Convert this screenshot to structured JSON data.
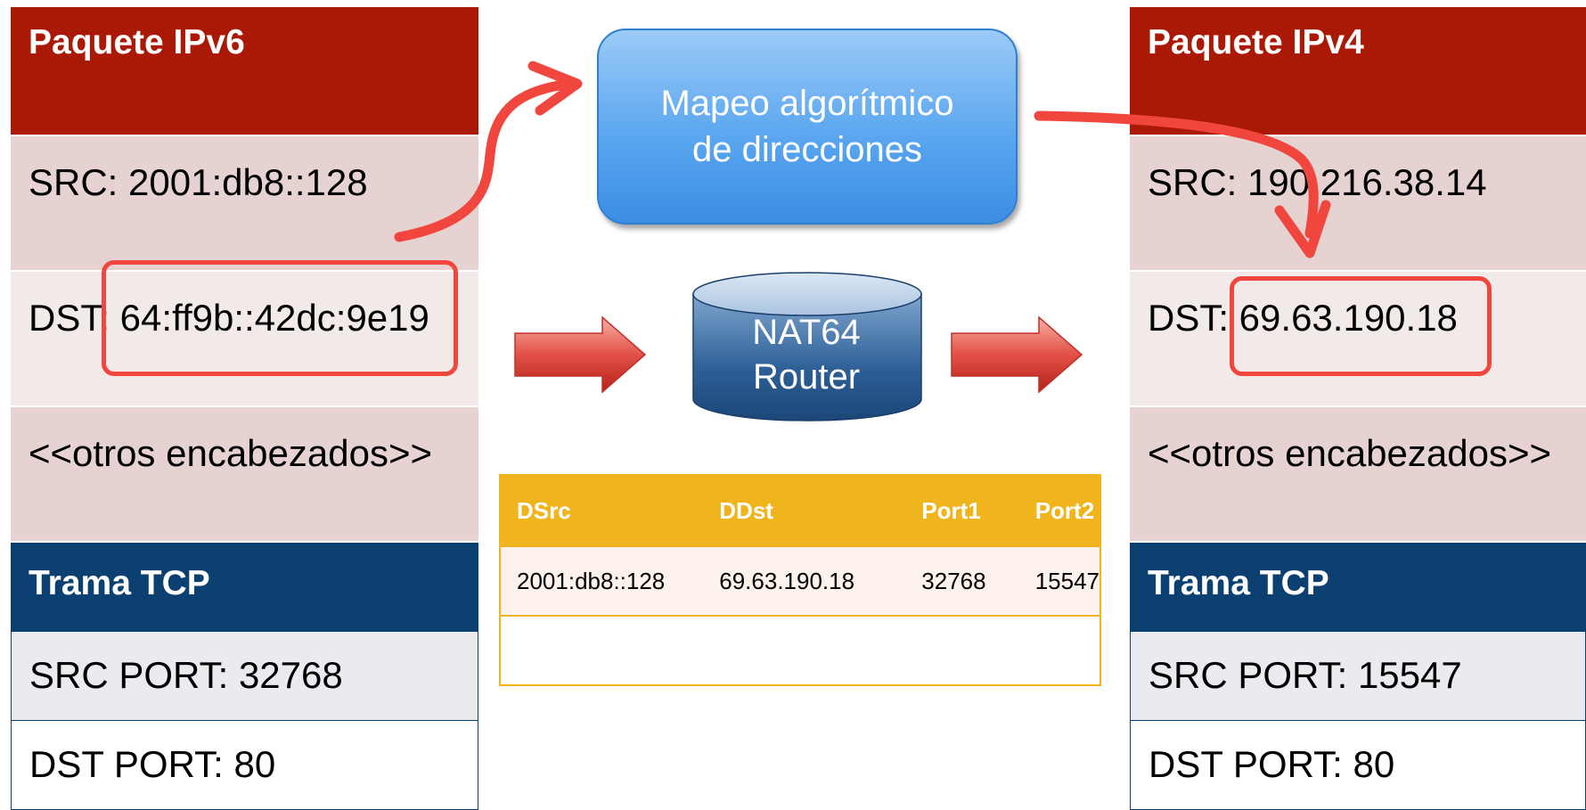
{
  "ipv6_packet": {
    "title": "Paquete IPv6",
    "src": "SRC: 2001:db8::128",
    "dst": "DST: 64:ff9b::42dc:9e19",
    "others": "<<otros encabezados>>",
    "tcp_title": "Trama TCP",
    "src_port": "SRC PORT: 32768",
    "dst_port": "DST PORT: 80"
  },
  "ipv4_packet": {
    "title": "Paquete IPv4",
    "src": "SRC: 190.216.38.14",
    "dst": "DST: 69.63.190.18",
    "others": "<<otros encabezados>>",
    "tcp_title": "Trama TCP",
    "src_port": "SRC PORT: 15547",
    "dst_port": "DST PORT: 80"
  },
  "mapping_box": {
    "line1": "Mapeo algorítmico",
    "line2": "de direcciones"
  },
  "router": {
    "label": "NAT64\nRouter"
  },
  "nat_table": {
    "headers": [
      "DSrc",
      "DDst",
      "Port1",
      "Port2"
    ],
    "rows": [
      [
        "2001:db8::128",
        "69.63.190.18",
        "32768",
        "15547"
      ]
    ]
  },
  "colors": {
    "packet_header_red": "#a91906",
    "tcp_header_blue": "#0c4070",
    "highlight_red": "#f0463e",
    "table_gold": "#f0b41c",
    "mapping_blue": "#5aa6ef"
  }
}
